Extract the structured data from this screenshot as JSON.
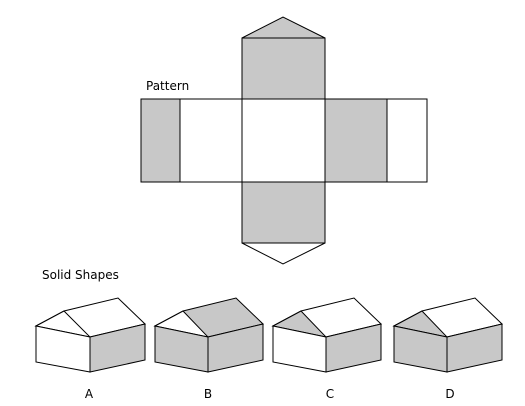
{
  "colors": {
    "shaded": "#c8c8c8",
    "unshaded": "#ffffff",
    "stroke": "#000000"
  },
  "pattern": {
    "label": "Pattern"
  },
  "solids": {
    "label": "Solid Shapes",
    "options": [
      {
        "letter": "A"
      },
      {
        "letter": "B"
      },
      {
        "letter": "C"
      },
      {
        "letter": "D"
      }
    ]
  }
}
